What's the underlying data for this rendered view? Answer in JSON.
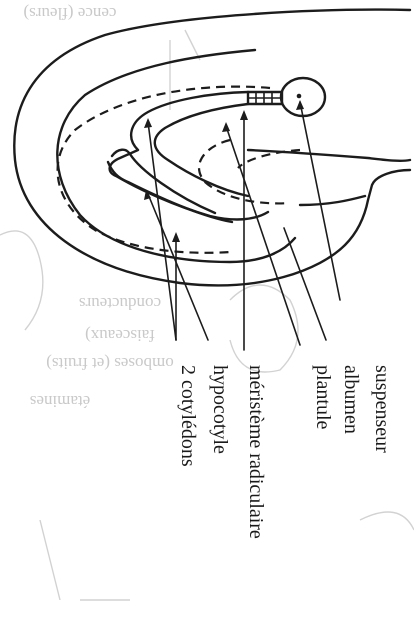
{
  "labels": {
    "suspenseur": "suspenseur",
    "albumen": "albumen",
    "plantule": "plantule",
    "meristeme": "méristème radiculaire",
    "hypocotyle": "hypocotyle",
    "cotyledons": "2 cotylédons"
  },
  "ghost_text": {
    "t1": "cence (fleurs)",
    "t2": "conducteurs",
    "t3": "faisceaux)",
    "t4": "omboses (et fruits)",
    "t5": "étamines"
  },
  "colors": {
    "ink": "#1c1c1c",
    "paper": "#ffffff",
    "bleed": "#c9c9c9"
  }
}
